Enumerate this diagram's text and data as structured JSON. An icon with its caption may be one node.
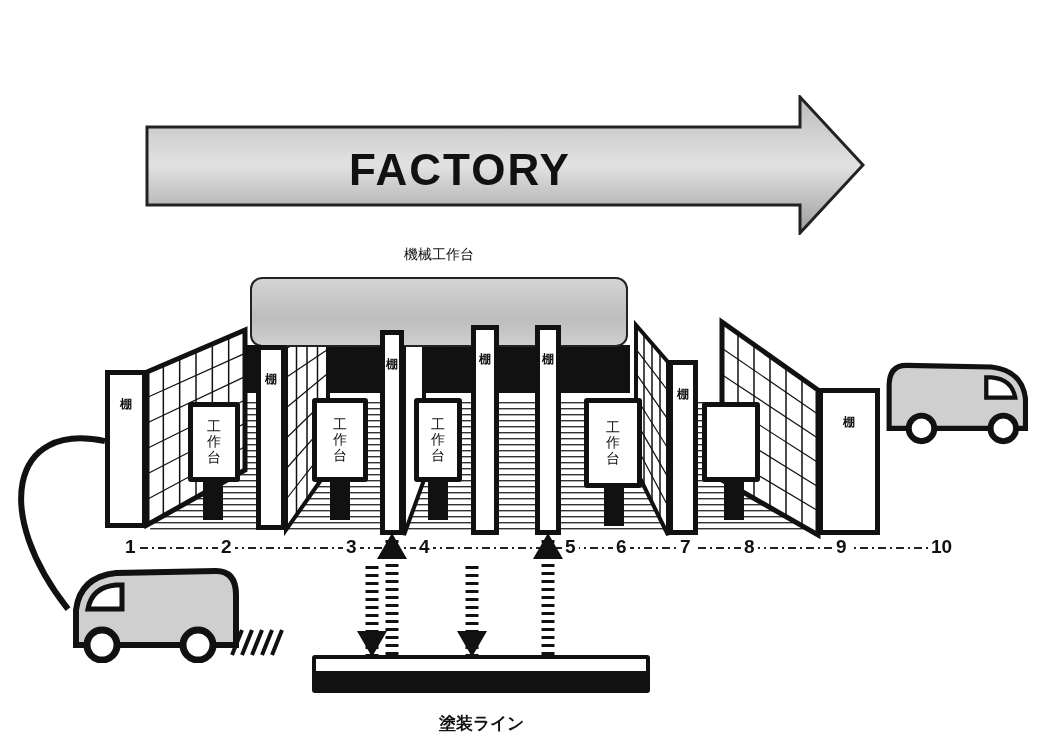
{
  "diagram": {
    "nodes": [
      {
        "text": [
          "FACTORY"
        ]
      },
      {
        "text": [
          "機械工作台"
        ]
      },
      {
        "text": [
          "棚"
        ]
      },
      {
        "text": [
          "工作台"
        ]
      },
      {
        "text": [
          "棚"
        ]
      },
      {
        "text": [
          "工作台"
        ]
      },
      {
        "text": [
          "棚"
        ]
      },
      {
        "text": [
          "工作台"
        ]
      },
      {
        "text": [
          "棚"
        ]
      },
      {
        "text": [
          "棚"
        ]
      },
      {
        "text": [
          "工作台"
        ]
      },
      {
        "text": [
          "棚"
        ]
      },
      {
        "text": [],
        "shape": "box"
      },
      {
        "text": [
          "棚"
        ]
      },
      {
        "text": [],
        "shape": "picture"
      },
      {
        "text": [
          "塗装ライン"
        ]
      }
    ],
    "edges": [
      {
        "from": 2,
        "to": 14,
        "arrow": "none"
      },
      {
        "from": null,
        "to": 15,
        "arrow": "to",
        "style": "dashed"
      },
      {
        "from": 15,
        "to": 6,
        "arrow": "to",
        "style": "dashed"
      },
      {
        "from": null,
        "to": 15,
        "arrow": "to",
        "style": "dashed"
      },
      {
        "from": 15,
        "to": 9,
        "arrow": "to",
        "style": "dashed"
      }
    ],
    "labels": [
      "1",
      "2",
      "3",
      "4",
      "5",
      "6",
      "7",
      "8",
      "9",
      "10"
    ]
  }
}
